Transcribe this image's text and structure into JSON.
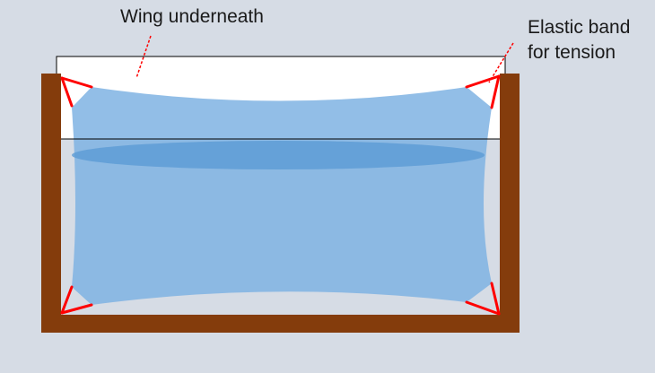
{
  "labels": {
    "wing": "Wing underneath",
    "elastic_line1": "Elastic band",
    "elastic_line2": "for tension"
  },
  "colors": {
    "background": "#d6dce5",
    "frame": "#843c0c",
    "membrane": "#7fb3e3",
    "membrane_band": "#5b9bd5",
    "elastic": "#ff0000",
    "pointer": "#ff0000",
    "wing": "#ffffff"
  }
}
